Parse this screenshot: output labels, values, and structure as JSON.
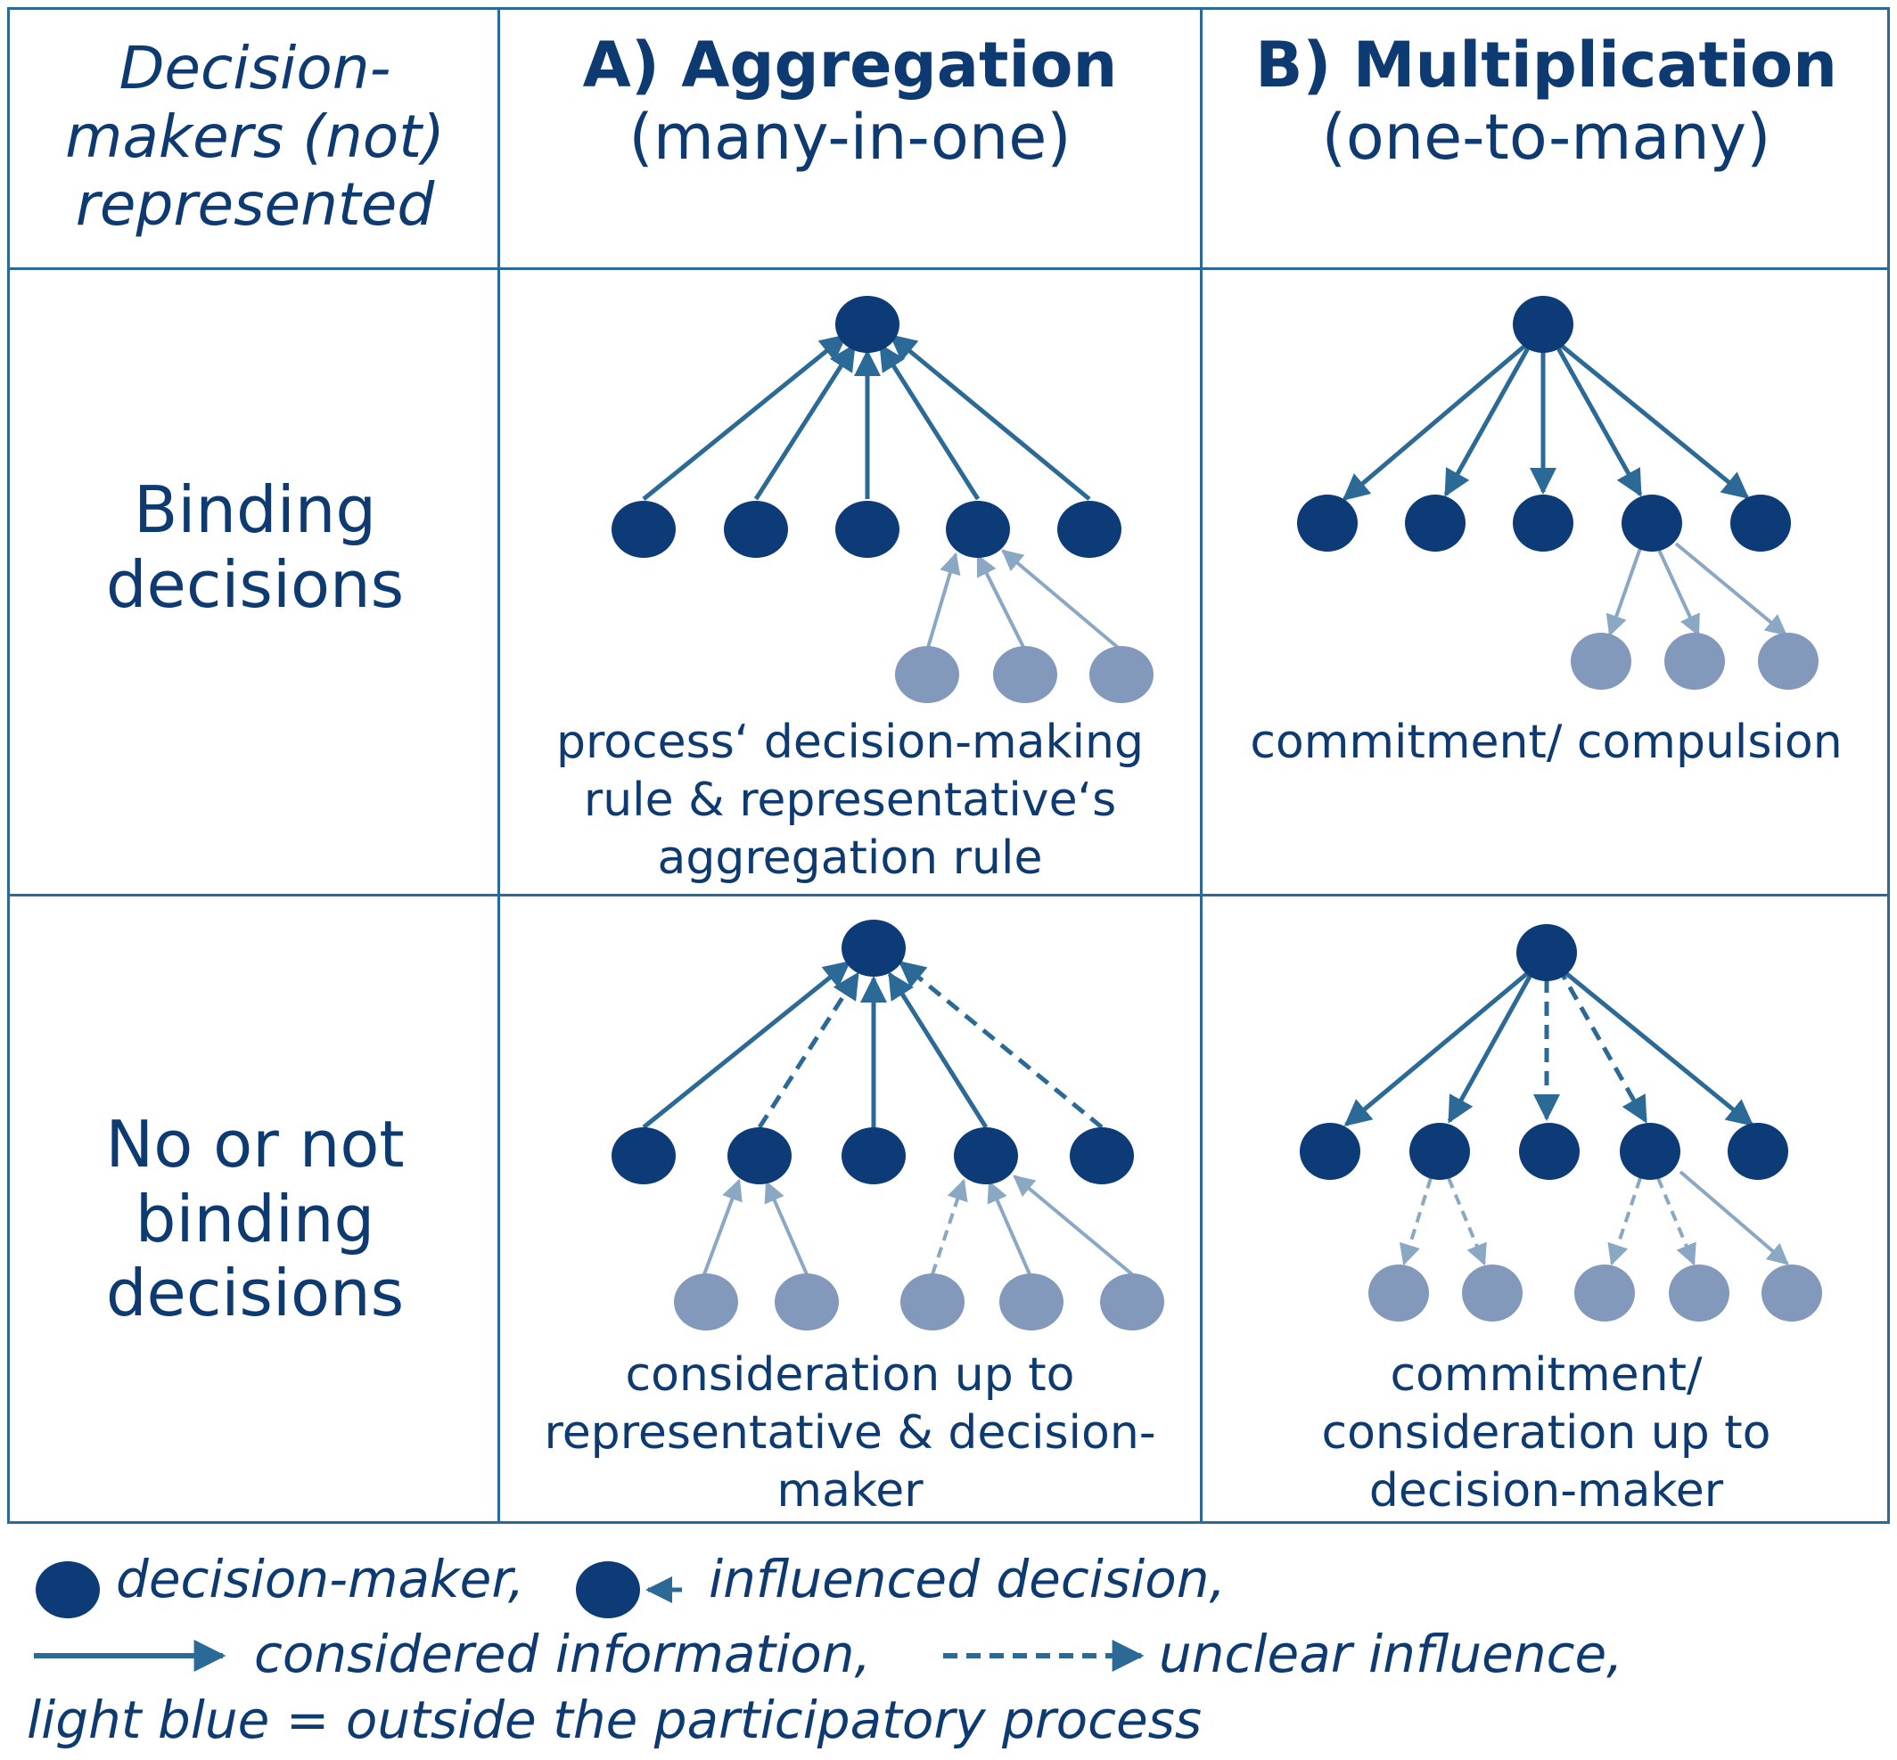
{
  "header": {
    "corner_label": "Decision-makers (not) represented",
    "corner_lines": [
      "Decision-",
      "makers (not)",
      "represented"
    ],
    "col_a_title": "A) Aggregation",
    "col_a_subtitle": "(many-in-one)",
    "col_b_title": "B) Multiplication",
    "col_b_subtitle": "(one-to-many)"
  },
  "rows": {
    "binding_lines": [
      "Binding",
      "decisions"
    ],
    "not_binding_lines": [
      "No or not",
      "binding",
      "decisions"
    ]
  },
  "captions": {
    "a_binding_lines": [
      "process‘ decision-making",
      "rule & representative‘s",
      "aggregation rule"
    ],
    "b_binding_lines": [
      "commitment/ compulsion"
    ],
    "a_not_binding_lines": [
      "consideration up to",
      "representative & decision-",
      "maker"
    ],
    "b_not_binding_lines": [
      "commitment/",
      "consideration up to",
      "decision-maker"
    ]
  },
  "legend": {
    "item1": "decision-maker,",
    "item2": "influenced decision,",
    "item3": "considered information,",
    "item4": "unclear influence,",
    "item5": "light blue = outside the participatory process"
  },
  "colors": {
    "node_dark": "#0c3b78",
    "node_light": "#8299bb",
    "arrow_dark": "#2b6a96",
    "arrow_light": "#8aa8c3",
    "grid": "#2b6a96",
    "text": "#0e3a72"
  }
}
